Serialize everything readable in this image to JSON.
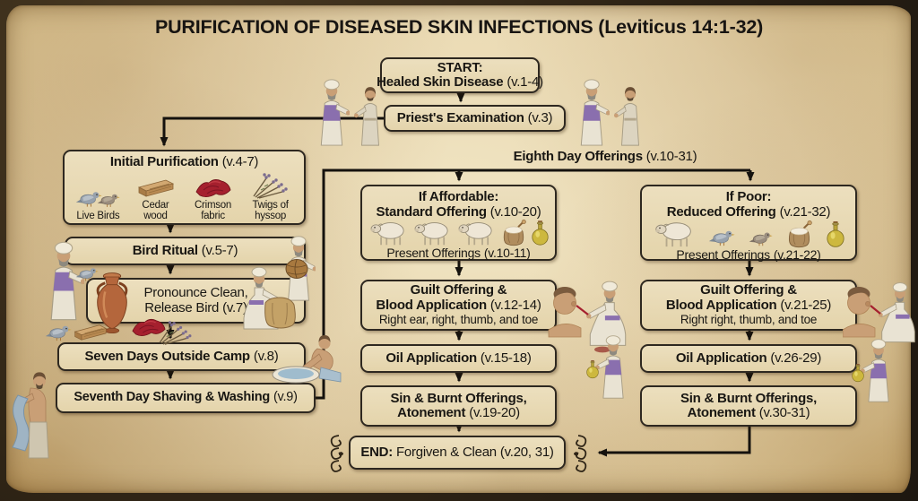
{
  "title": "PURIFICATION OF DISEASED SKIN INFECTIONS (Leviticus 14:1-32)",
  "colors": {
    "parchment": "#ead9b2",
    "box_fill": "#e6d7b1",
    "box_border": "#2e2820",
    "connector_line": "#15120e",
    "crimson_fabric": "#a5202e",
    "oil_yellow": "#cdb83e",
    "priest_vest_purple": "#8a6fae",
    "clay_pot": "#b4663c"
  },
  "flow": {
    "start": {
      "prefix": "START:",
      "label": "Healed Skin Disease",
      "ref": "(v.1-4)"
    },
    "priest_exam": {
      "label": "Priest's Examination",
      "ref": "(v.3)"
    },
    "initial_purification": {
      "label": "Initial Purification",
      "ref": "(v.4-7)",
      "items": [
        {
          "icon": "live-birds-icon",
          "label": "Live Birds"
        },
        {
          "icon": "cedar-wood-icon",
          "label": "Cedar wood"
        },
        {
          "icon": "crimson-fabric-icon",
          "label": "Crimson fabric"
        },
        {
          "icon": "hyssop-twigs-icon",
          "label": "Twigs of hyssop"
        }
      ]
    },
    "bird_ritual": {
      "label": "Bird Ritual",
      "ref": "(v.5-7)"
    },
    "pronounce_release": {
      "line1": "Pronounce Clean,",
      "line2": "Release Bird",
      "ref": "(v.7)"
    },
    "seven_days": {
      "label": "Seven Days Outside Camp",
      "ref": "(v.8)"
    },
    "seventh_day": {
      "label": "Seventh Day Shaving & Washing",
      "ref": "(v.9)"
    },
    "eighth_day": {
      "label": "Eighth Day Offerings",
      "ref": "(v.10-31)"
    },
    "affordable": {
      "line1": "If Affordable:",
      "line2": "Standard Offering",
      "ref": "(v.10-20)",
      "icons": [
        "sheep-icon",
        "sheep-icon",
        "sheep-icon",
        "flour-sack-icon",
        "oil-flask-icon"
      ],
      "present_label": "Present Offerings",
      "present_ref": "(v.10-11)"
    },
    "guilt_standard": {
      "line1": "Guilt Offering &",
      "line2": "Blood Application",
      "ref": "(v.12-14)",
      "sub": "Right ear, right, thumb, and toe"
    },
    "oil_standard": {
      "label": "Oil Application",
      "ref": "(v.15-18)"
    },
    "sin_standard": {
      "line1": "Sin & Burnt Offerings,",
      "line2": "Atonement",
      "ref": "(v.19-20)"
    },
    "poor": {
      "line1": "If Poor:",
      "line2": "Reduced Offering",
      "ref": "(v.21-32)",
      "icons": [
        "sheep-icon",
        "dove-icon",
        "dove-icon",
        "flour-sack-icon",
        "oil-flask-icon"
      ],
      "present_label": "Present Offerings",
      "present_ref": "(v.21-22)"
    },
    "guilt_reduced": {
      "line1": "Guilt Offering &",
      "line2": "Blood Application",
      "ref": "(v.21-25)",
      "sub": "Right right, thumb, and toe"
    },
    "oil_reduced": {
      "label": "Oil Application",
      "ref": "(v.26-29)"
    },
    "sin_reduced": {
      "line1": "Sin & Burnt Offerings,",
      "line2": "Atonement",
      "ref": "(v.30-31)"
    },
    "end": {
      "prefix": "END:",
      "label": "Forgiven & Clean",
      "ref": "(v.20, 31)"
    }
  }
}
